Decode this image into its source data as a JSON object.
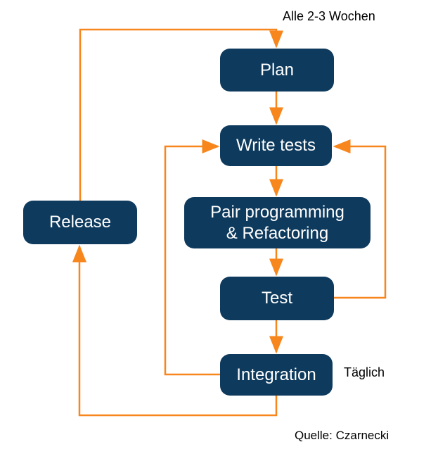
{
  "colors": {
    "box": "#0e3a5d",
    "box_text": "#ffffff",
    "arrow": "#f7861c",
    "label_text": "#000000",
    "background": "#ffffff"
  },
  "nodes": {
    "plan": "Plan",
    "write_tests": "Write tests",
    "pair_line1": "Pair programming",
    "pair_line2": "& Refactoring",
    "test": "Test",
    "integration": "Integration",
    "release": "Release"
  },
  "annotations": {
    "iteration_label": "Alle 2-3 Wochen",
    "daily_label": "Täglich",
    "source_label": "Quelle: Czarnecki"
  }
}
